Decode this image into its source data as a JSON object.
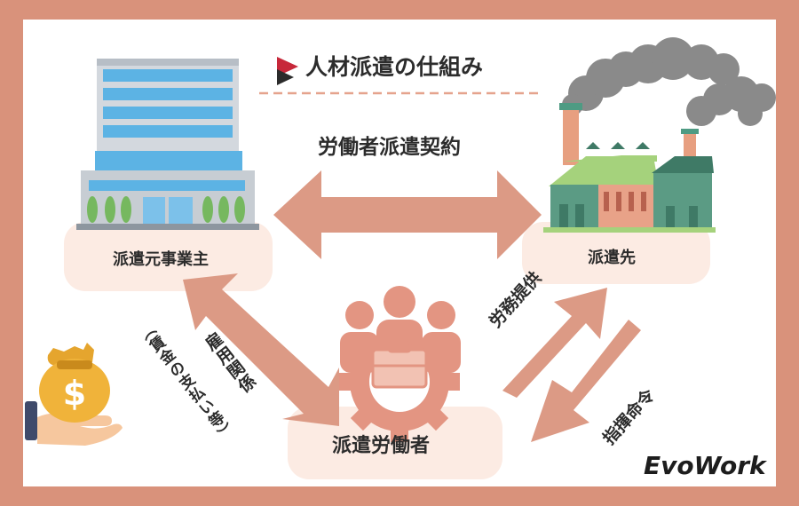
{
  "title": "人材派遣の仕組み",
  "contract_label": "労働者派遣契約",
  "nodes": {
    "dispatch_origin": "派遣元事業主",
    "dispatch_destination": "派遣先",
    "dispatched_worker": "派遣労働者"
  },
  "relations": {
    "employment_line1": "雇用関係",
    "employment_line2": "（賃金の支払い等）",
    "labor_provision": "労務提供",
    "command": "指揮命令"
  },
  "brand": "EvoWork",
  "colors": {
    "outer_frame": "#d9927b",
    "arrow": "#dc9a85",
    "box": "#fcebe3",
    "gear": "#e39582",
    "dash": "#e5a38d"
  }
}
